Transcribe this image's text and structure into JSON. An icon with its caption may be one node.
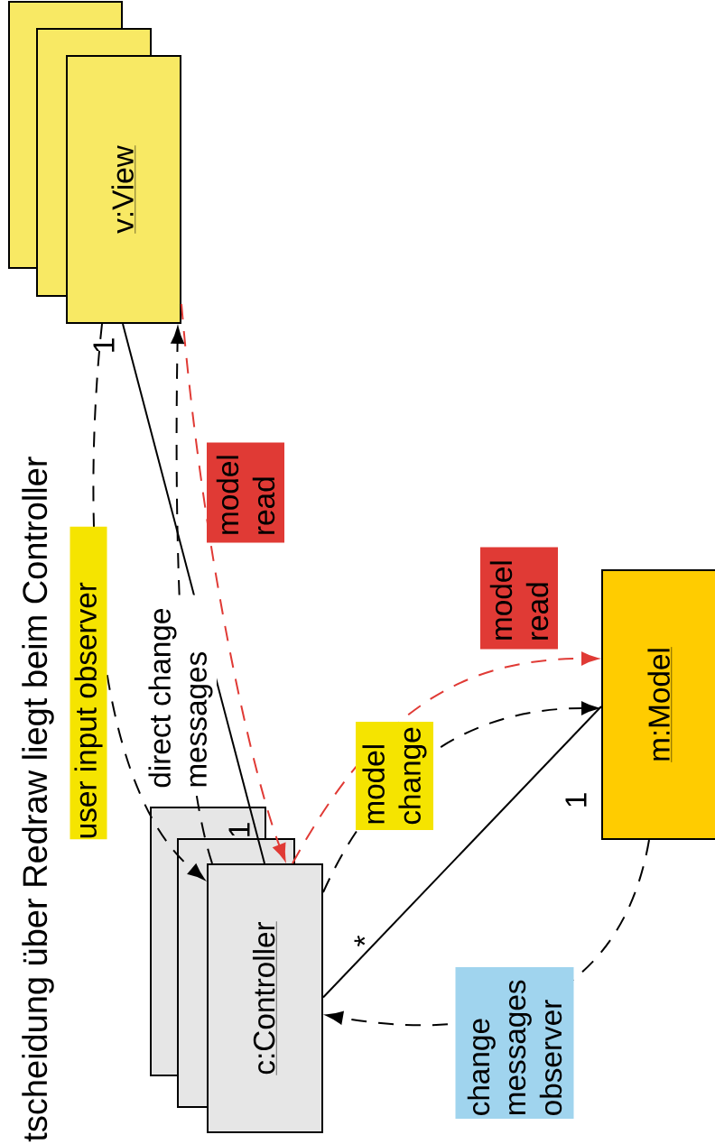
{
  "diagram": {
    "title": "tscheidung über Redraw liegt beim Controller",
    "nodes": [
      {
        "text": [
          "v:View"
        ]
      },
      {
        "text": [
          "c:Controller"
        ]
      },
      {
        "text": [
          "m:Model"
        ]
      }
    ],
    "edges": [
      {
        "from": 0,
        "to": 1,
        "arrow": "none"
      },
      {
        "from": 1,
        "to": 2,
        "arrow": "none"
      },
      {
        "from": 0,
        "to": 1,
        "arrow": "to",
        "style": "dashed",
        "label": "user input observer"
      },
      {
        "from": 1,
        "to": 0,
        "arrow": "to",
        "style": "dashed",
        "label": "direct change messages"
      },
      {
        "from": 0,
        "to": 1,
        "arrow": "to",
        "style": "dashed",
        "color": "#e03a35",
        "label": "model read"
      },
      {
        "from": 1,
        "to": 2,
        "arrow": "to",
        "style": "dashed",
        "color": "#e03a35",
        "label": "model read"
      },
      {
        "from": 1,
        "to": 2,
        "arrow": "to",
        "style": "dashed",
        "label": "model change"
      },
      {
        "from": 2,
        "to": 1,
        "arrow": "to",
        "style": "dashed",
        "label": "change messages observer"
      }
    ],
    "labels": [
      "1",
      "1",
      "*",
      "1"
    ]
  }
}
